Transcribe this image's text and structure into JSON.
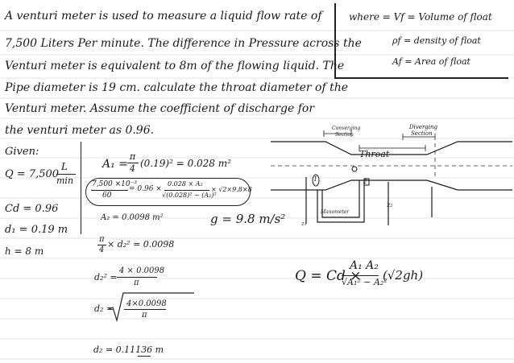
{
  "problem": {
    "lines": [
      "A venturi meter is used to measure a liquid flow rate of",
      "7,500 Liters Per minute. The difference in Pressure across the",
      "Venturi meter is equivalent to 8m of the flowing liquid. The",
      "Pipe diameter is 19 cm. calculate the throat diameter of the",
      "Venturi meter. Assume the coefficient of discharge for",
      "the venturi meter as 0.96."
    ]
  },
  "legend_box": {
    "line1": "where = Vf = Volume of float",
    "line2": "ρf = density of float",
    "line3": "Af = Area of float"
  },
  "given": {
    "heading": "Given:",
    "q_prefix": "Q = 7,500",
    "q_num": "L",
    "q_den": "min",
    "cd": "Cd = 0.96",
    "d1": "d₁ = 0.19 m",
    "h": "h = 8 m"
  },
  "work": {
    "a1_lhs": "A₁ =",
    "a1_frac_num": "π",
    "a1_frac_den": "4",
    "a1_rest": "(0.19)² = 0.028 m²",
    "circled_num": "7,500 ×10⁻³",
    "circled_den": "60",
    "circled_eq": "= 0.96 ×",
    "circled_frac_num": "0.028 × A₂",
    "circled_frac_den": "√(0.028)² − (A₂)²",
    "circled_tail": "× √2×9.8×8",
    "a2": "A₂ = 0.0098 m²",
    "pi_num": "π",
    "pi_den": "4",
    "pi_rest": "× d₂² = 0.0098",
    "d2sq_lhs": "d₂² =",
    "d2sq_num": "4 × 0.0098",
    "d2sq_den": "π",
    "d2_lhs": "d₂ =",
    "d2_num": "4×0.0098",
    "d2_den": "π",
    "result": "d₂ = 0.11136 m",
    "g": "g = 9.8 m/s²"
  },
  "diagram": {
    "converging": "Converging",
    "converging2": "Section",
    "diverging": "Diverging",
    "diverging2": "Section",
    "throat": "Throat",
    "manometer": "Manometer",
    "label1": "1",
    "label2": "2",
    "z1": "z₁",
    "z2": "z₂"
  },
  "formula": {
    "lhs": "Q = Cd ×",
    "num": "A₁ A₂",
    "den": "√A₁² − A₂²",
    "tail": "(√2gh)"
  }
}
